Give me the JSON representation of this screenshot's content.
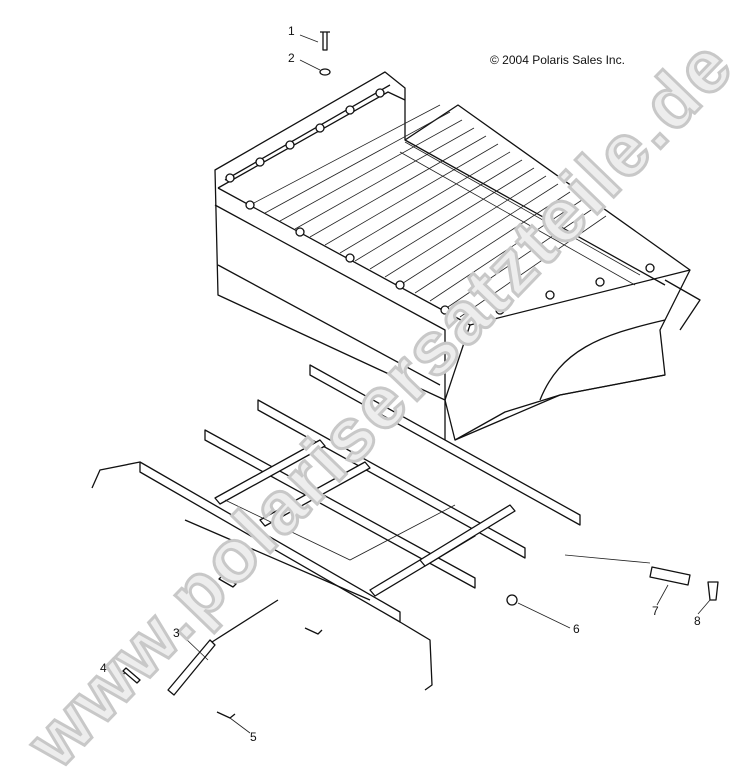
{
  "copyright": "© 2004 Polaris Sales Inc.",
  "watermark": "www.polarisersatzteile.de",
  "callouts": [
    "1",
    "2",
    "3",
    "4",
    "5",
    "6",
    "7",
    "8"
  ]
}
